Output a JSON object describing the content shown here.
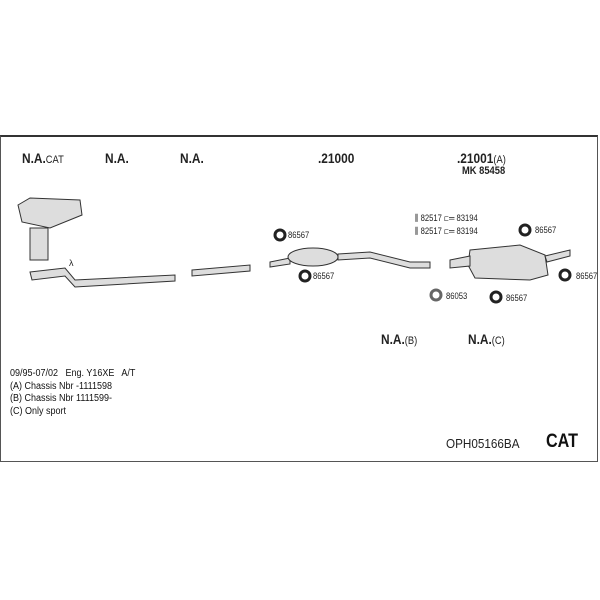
{
  "positions": [
    {
      "code": "N.A.",
      "suffix": "CAT"
    },
    {
      "code": "N.A.",
      "suffix": ""
    },
    {
      "code": "N.A.",
      "suffix": ""
    },
    {
      "code": ".21000",
      "suffix": ""
    },
    {
      "code": ".21001",
      "suffix": "(A)"
    }
  ],
  "kit_label": "MK 85458",
  "lower_positions": [
    {
      "code": "N.A.",
      "suffix": "(B)"
    },
    {
      "code": "N.A.",
      "suffix": "(C)"
    }
  ],
  "parts": {
    "hanger": "86567",
    "ring": "86053",
    "clamp": "82517",
    "bolt": "83194",
    "lambda": "λ"
  },
  "notes": [
    "09/95-07/02   Eng. Y16XE   A/T",
    "(A) Chassis Nbr -1111598",
    "(B) Chassis Nbr 1111599-",
    "(C) Only sport"
  ],
  "kit_code": "OPH05166BA",
  "type_badge": "CAT"
}
